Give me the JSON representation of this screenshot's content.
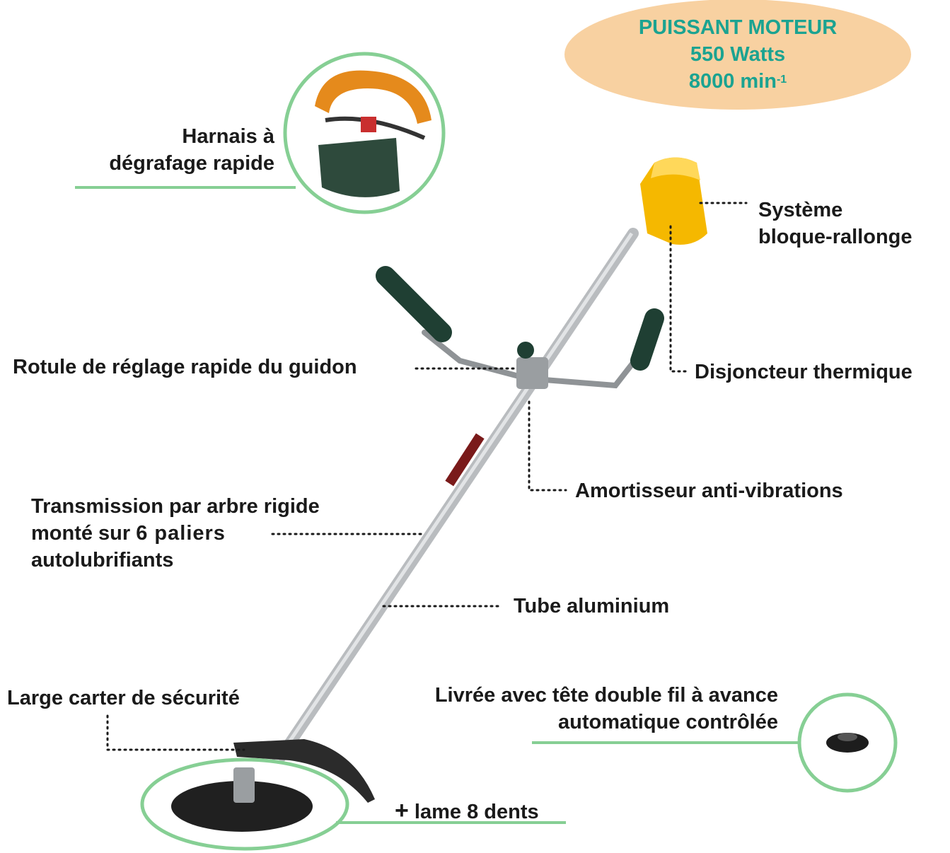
{
  "badge": {
    "line1": "PUISSANT MOTEUR",
    "line2": "550 Watts",
    "line3_base": "8000 min",
    "line3_sup": "-1"
  },
  "colors": {
    "badge_fill": "#f8d1a1",
    "badge_text": "#1ba391",
    "accent_line": "#86cf94",
    "motor_yellow": "#f5b800",
    "grip_green": "#1f3f33"
  },
  "labels": {
    "harness_line1": "Harnais à",
    "harness_line2": "dégrafage rapide",
    "extension_line1": "Système",
    "extension_line2": "bloque-rallonge",
    "handlebar": "Rotule de réglage rapide du guidon",
    "thermal": "Disjoncteur thermique",
    "shock": "Amortisseur anti-vibrations",
    "transmission_line1": "Transmission par arbre rigide",
    "transmission_line2_a": "monté sur ",
    "transmission_line2_b": "6 paliers",
    "transmission_line3": "autolubrifiants",
    "tube": "Tube aluminium",
    "guard": "Large carter de sécurité",
    "head_line1": "Livrée avec tête double fil à avance",
    "head_line2": "automatique contrôlée",
    "blade_plus": "+",
    "blade": "lame 8 dents"
  }
}
